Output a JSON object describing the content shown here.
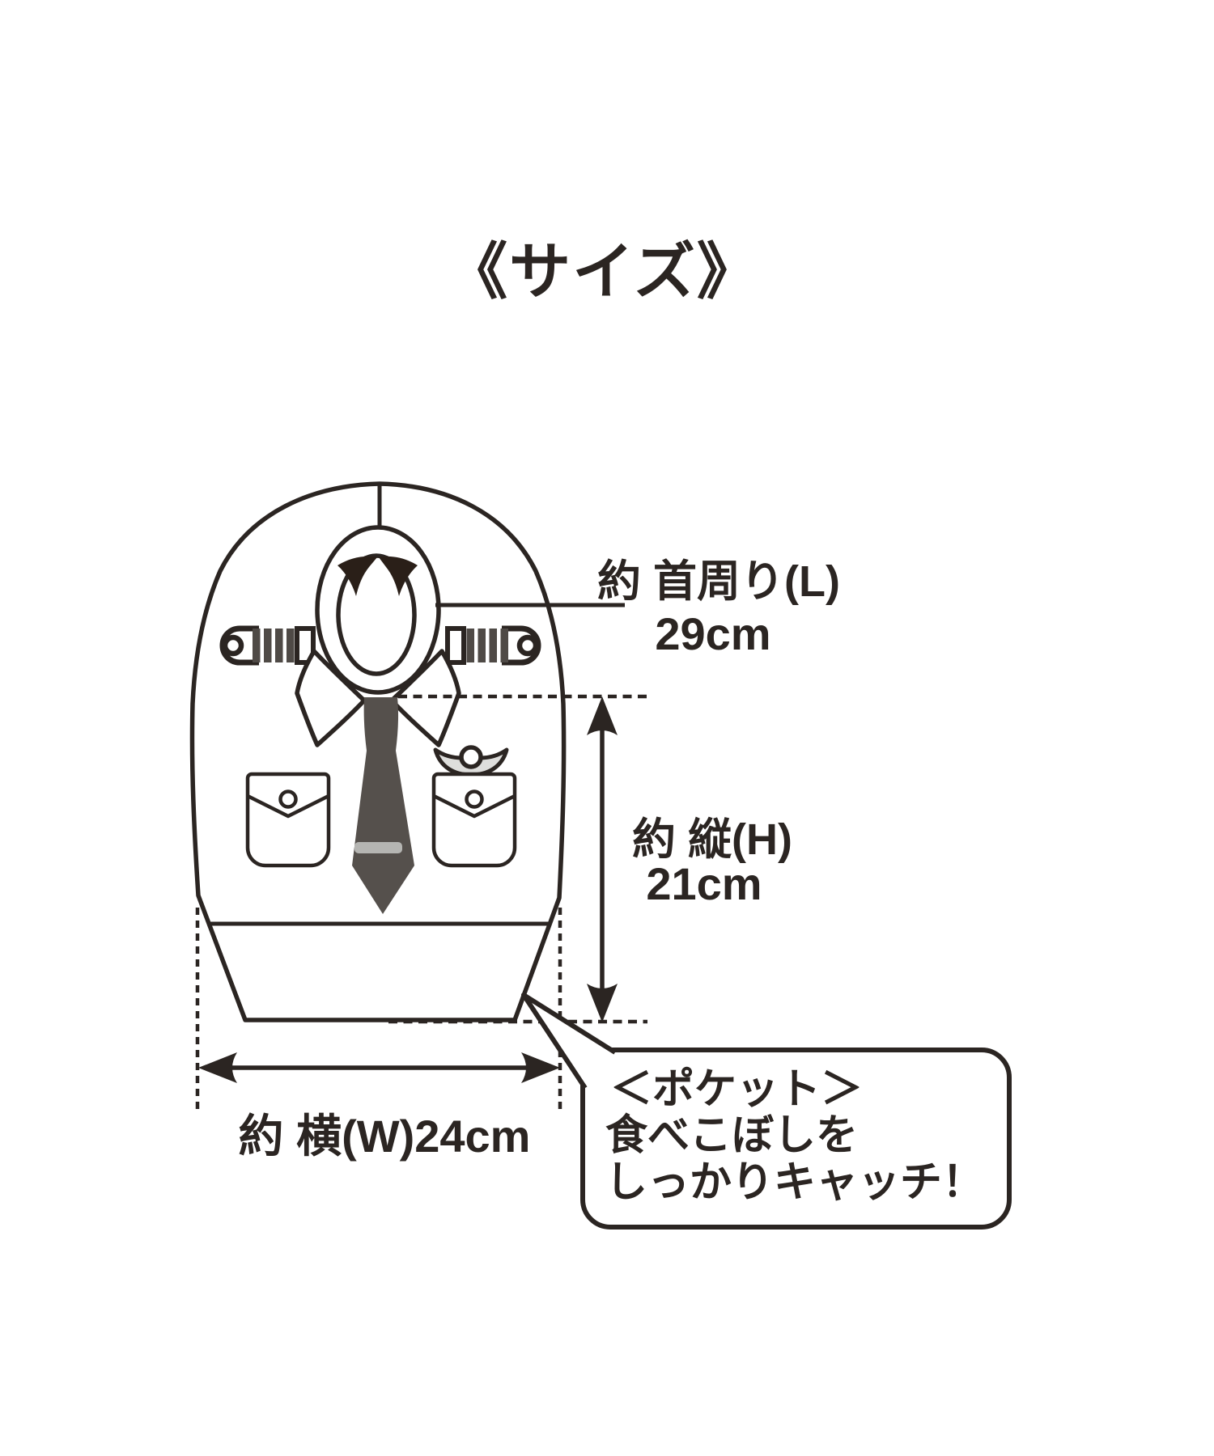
{
  "title": "《サイズ》",
  "annotations": {
    "neck": {
      "label": "約 首周り(L)",
      "value": "29cm"
    },
    "height": {
      "label": "約 縦(H)",
      "value": "21cm"
    },
    "width": {
      "label": "約 横(W)24cm"
    },
    "pocket_callout": {
      "line1": "＜ポケット＞",
      "line2": "食べこぼしを",
      "line3": "しっかりキャッチ！"
    }
  },
  "colors": {
    "ink": "#2b2522",
    "tie_gray": "#55504c",
    "stripe_gray": "#4f4a46",
    "light_gray": "#dededc",
    "clip_gray": "#b5b5b2",
    "background": "#ffffff"
  }
}
